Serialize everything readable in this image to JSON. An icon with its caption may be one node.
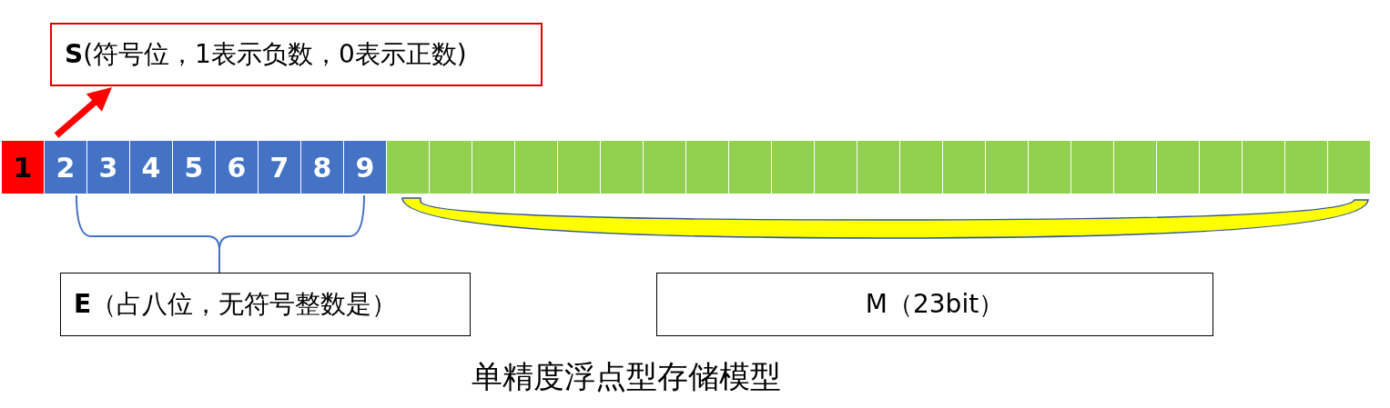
{
  "diagram": {
    "caption": "单精度浮点型存储模型",
    "nodes": [
      {
        "text": [
          "**S**(符号位，1表示负数，0表示正数)"
        ]
      },
      {
        "text": [
          "1"
        ]
      },
      {
        "text": [
          "2"
        ]
      },
      {
        "text": [
          "3"
        ]
      },
      {
        "text": [
          "4"
        ]
      },
      {
        "text": [
          "5"
        ]
      },
      {
        "text": [
          "6"
        ]
      },
      {
        "text": [
          "7"
        ]
      },
      {
        "text": [
          "8"
        ]
      },
      {
        "text": [
          "9"
        ]
      },
      {
        "text": [],
        "shape": "box"
      },
      {
        "text": [],
        "shape": "box"
      },
      {
        "text": [],
        "shape": "box"
      },
      {
        "text": [],
        "shape": "box"
      },
      {
        "text": [],
        "shape": "box"
      },
      {
        "text": [],
        "shape": "box"
      },
      {
        "text": [],
        "shape": "box"
      },
      {
        "text": [],
        "shape": "box"
      },
      {
        "text": [],
        "shape": "box"
      },
      {
        "text": [],
        "shape": "box"
      },
      {
        "text": [],
        "shape": "box"
      },
      {
        "text": [],
        "shape": "box"
      },
      {
        "text": [],
        "shape": "box"
      },
      {
        "text": [],
        "shape": "box"
      },
      {
        "text": [],
        "shape": "box"
      },
      {
        "text": [],
        "shape": "box"
      },
      {
        "text": [],
        "shape": "box"
      },
      {
        "text": [],
        "shape": "box"
      },
      {
        "text": [],
        "shape": "box"
      },
      {
        "text": [],
        "shape": "box"
      },
      {
        "text": [],
        "shape": "box"
      },
      {
        "text": [],
        "shape": "box"
      },
      {
        "text": [],
        "shape": "box"
      },
      {
        "text": [
          "**E**（占八位，无符号整数是）"
        ]
      },
      {
        "text": [
          "M（23bit）"
        ]
      }
    ],
    "edges": [
      {
        "from": 1,
        "to": 0,
        "arrow": "to",
        "color": "#ff0000"
      }
    ]
  }
}
